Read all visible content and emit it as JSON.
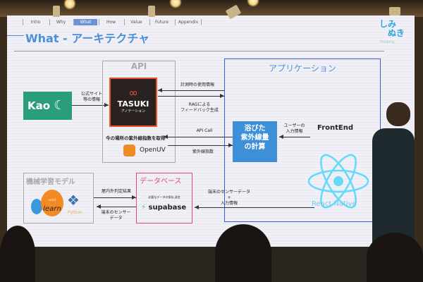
{
  "nav": {
    "tabs": [
      "Intro",
      "Why",
      "What",
      "How",
      "Value",
      "Future",
      "Appendix"
    ],
    "active": "What"
  },
  "title": "What - アーキテクチャ",
  "logo": {
    "line1": "しみ",
    "line2": "ぬき",
    "sub": "Thinking"
  },
  "kao": {
    "label": "Kao"
  },
  "api": {
    "title": "API",
    "tasuki": "TASUKI",
    "tasuki_sub": "アノテーション",
    "uv_label": "今の場所の紫外線指数を取得",
    "openuv": "OpenUV"
  },
  "app": {
    "title": "アプリケーション",
    "calc": [
      "浴びた",
      "紫外線量",
      "の計算"
    ],
    "frontend": "FrontEnd",
    "react": "React Native"
  },
  "ml": {
    "title": "機械学習モデル",
    "learn": "learn",
    "scikit": "scikit",
    "python": "Python"
  },
  "db": {
    "title": "データベース",
    "desc": "必要なデータの保存,送信",
    "supabase": "supabase"
  },
  "edges": {
    "kao_official": [
      "公式サイト",
      "等の情報"
    ],
    "usage": "計測時の使用情報",
    "rag": [
      "RAGによる",
      "フィードバック生成"
    ],
    "api_call": "API Call",
    "uv_index": "紫外線指数",
    "user_input": [
      "ユーザーの",
      "入力情報"
    ],
    "sensor_input": [
      "端末のセンサーデータ",
      "+",
      "入力情報"
    ],
    "indoor": "屋内外判定結果",
    "sensor": [
      "端末のセンサー",
      "データ"
    ]
  },
  "colors": {
    "accent": "#4a90d9",
    "kao": "#2a9d7c",
    "db": "#e8466a",
    "app": "#3b5bdb",
    "calc": "#3d8fd8",
    "react": "#61dafb"
  }
}
